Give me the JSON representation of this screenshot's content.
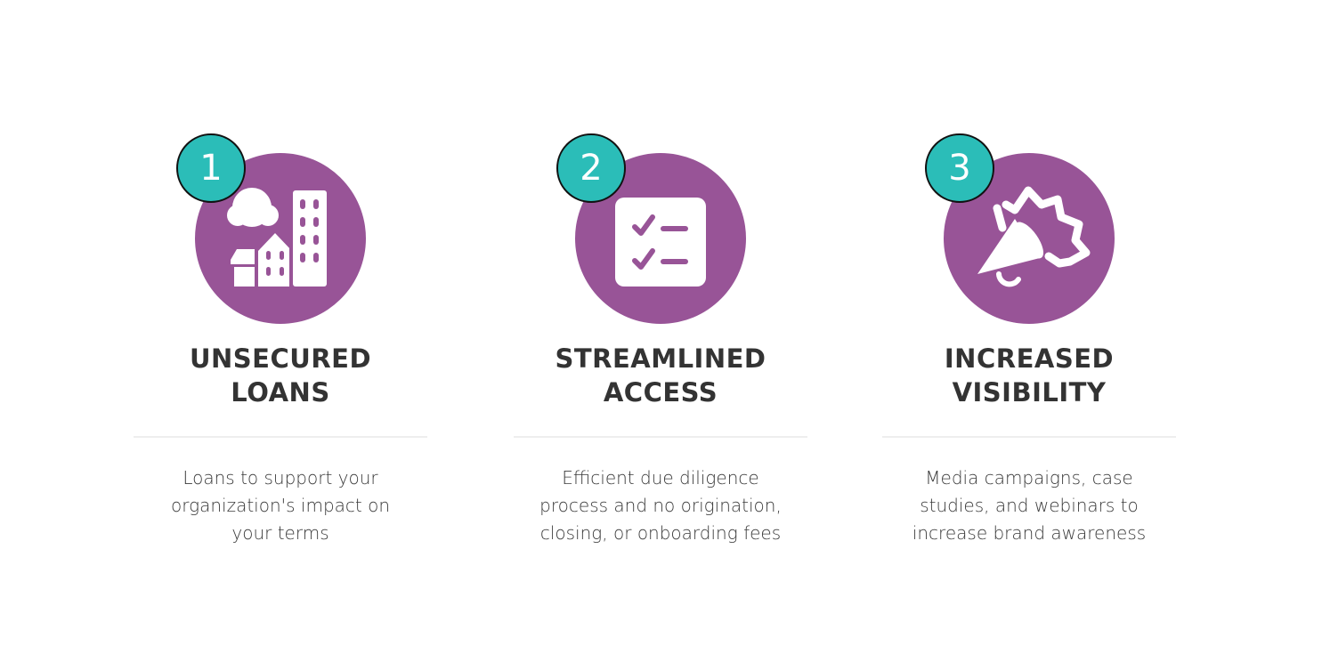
{
  "colors": {
    "circle": "#985497",
    "badge": "#2bbdb8",
    "icon": "#ffffff",
    "text": "#333333"
  },
  "features": [
    {
      "number": "1",
      "icon": "city-buildings-icon",
      "title_lines": [
        "UNSECURED",
        "LOANS"
      ],
      "description_lines": [
        "Loans to support your",
        "organization's impact on",
        "your terms"
      ]
    },
    {
      "number": "2",
      "icon": "checklist-icon",
      "title_lines": [
        "STREAMLINED",
        "ACCESS"
      ],
      "description_lines": [
        "Efficient due diligence",
        "process and no origination,",
        "closing, or onboarding fees"
      ]
    },
    {
      "number": "3",
      "icon": "megaphone-icon",
      "title_lines": [
        "INCREASED",
        "VISIBILITY"
      ],
      "description_lines": [
        "Media campaigns, case",
        "studies, and webinars to",
        "increase brand awareness"
      ]
    }
  ]
}
